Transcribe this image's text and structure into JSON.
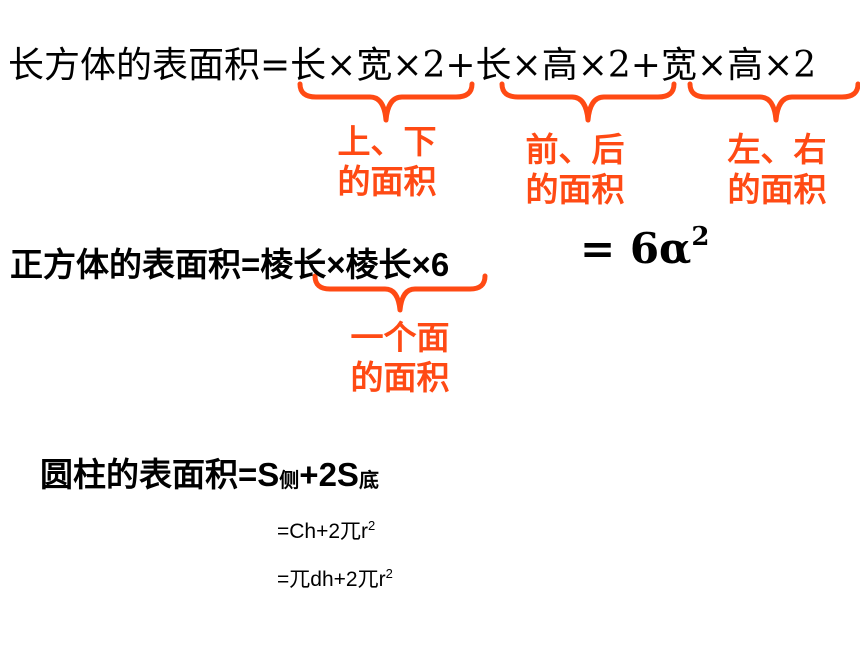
{
  "cuboid": {
    "formula": "长方体的表面积=长×宽×2+长×高×2+宽×高×2",
    "label_top_bottom_1": "上、下",
    "label_top_bottom_2": "的面积",
    "label_front_back_1": "前、后",
    "label_front_back_2": "的面积",
    "label_left_right_1": "左、右",
    "label_left_right_2": "的面积"
  },
  "cube": {
    "formula": "正方体的表面积=棱长×棱长×6",
    "equals_prefix": "= 6",
    "variable": "α",
    "exponent": "2",
    "label_one_face_1": "一个面",
    "label_one_face_2": "的面积"
  },
  "cylinder": {
    "formula_prefix": "圆柱的表面积=S",
    "sub_side": "侧",
    "plus_two": "+2S",
    "sub_base": "底",
    "expr1": "=Ch+2兀r",
    "expr1_sup": "2",
    "expr2": "=兀dh+2兀r",
    "expr2_sup": "2"
  },
  "colors": {
    "accent": "#ff4a14",
    "text": "#000000"
  }
}
